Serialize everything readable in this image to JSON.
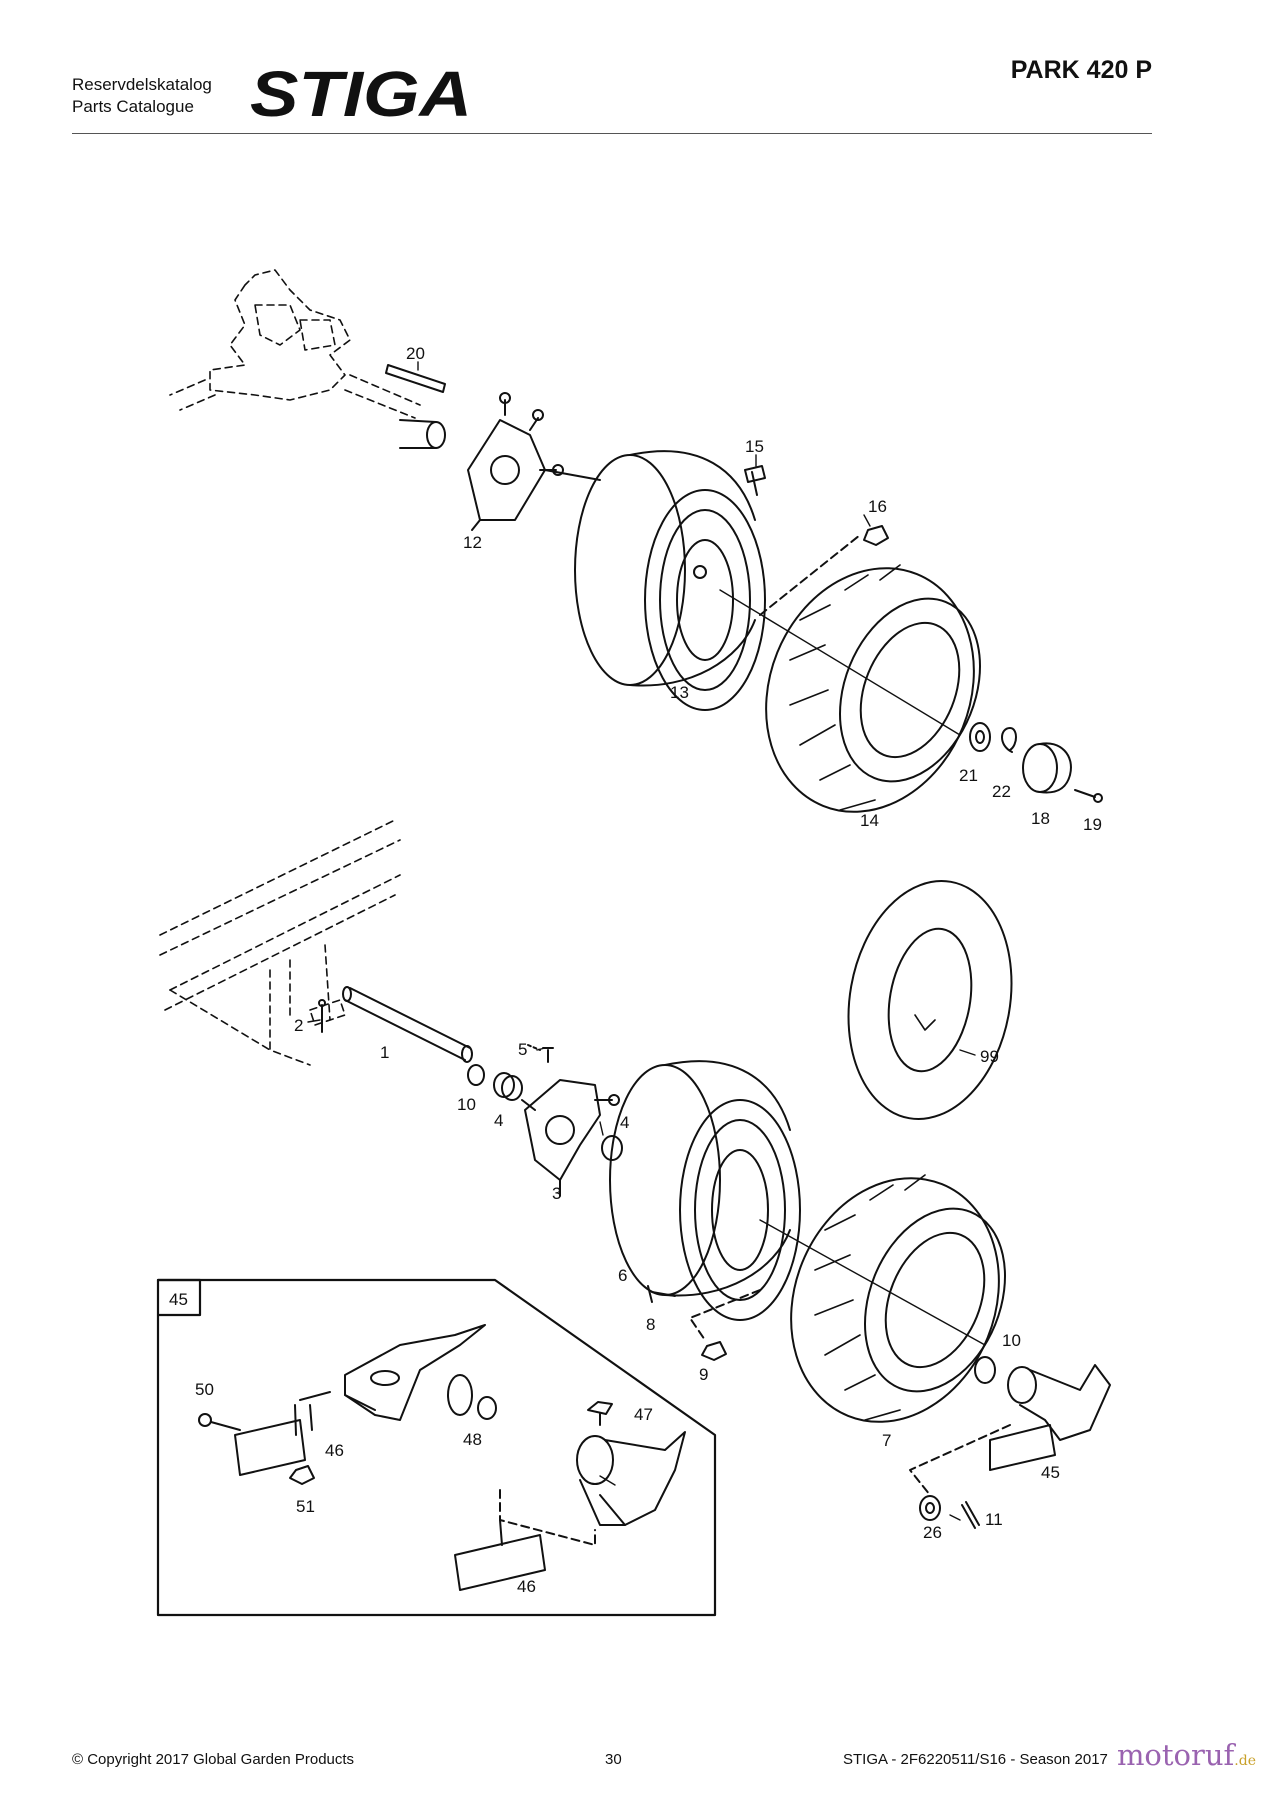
{
  "header": {
    "catalog_line1": "Reservdelskatalog",
    "catalog_line2": "Parts Catalogue",
    "brand": "STIGA",
    "model": "PARK 420 P"
  },
  "footer": {
    "copyright": "© Copyright 2017 Global Garden Products",
    "page_number": "30",
    "doc_ref": "STIGA - 2F6220511/S16 - Season 2017",
    "watermark_main": "motoruf",
    "watermark_suffix": ".de"
  },
  "diagram": {
    "inset_label": "45",
    "parts": {
      "p20": "20",
      "p12": "12",
      "p15": "15",
      "p16": "16",
      "p13": "13",
      "p14": "14",
      "p21": "21",
      "p22": "22",
      "p18": "18",
      "p19": "19",
      "p2": "2",
      "p1": "1",
      "p5": "5",
      "p99": "99",
      "p10a": "10",
      "p4a": "4",
      "p4b": "4",
      "p3": "3",
      "p6": "6",
      "p8": "8",
      "p9": "9",
      "p10b": "10",
      "p7": "7",
      "p45": "45",
      "p26": "26",
      "p11": "11",
      "p50": "50",
      "p46a": "46",
      "p48": "48",
      "p47": "47",
      "p51": "51",
      "p46b": "46"
    }
  }
}
